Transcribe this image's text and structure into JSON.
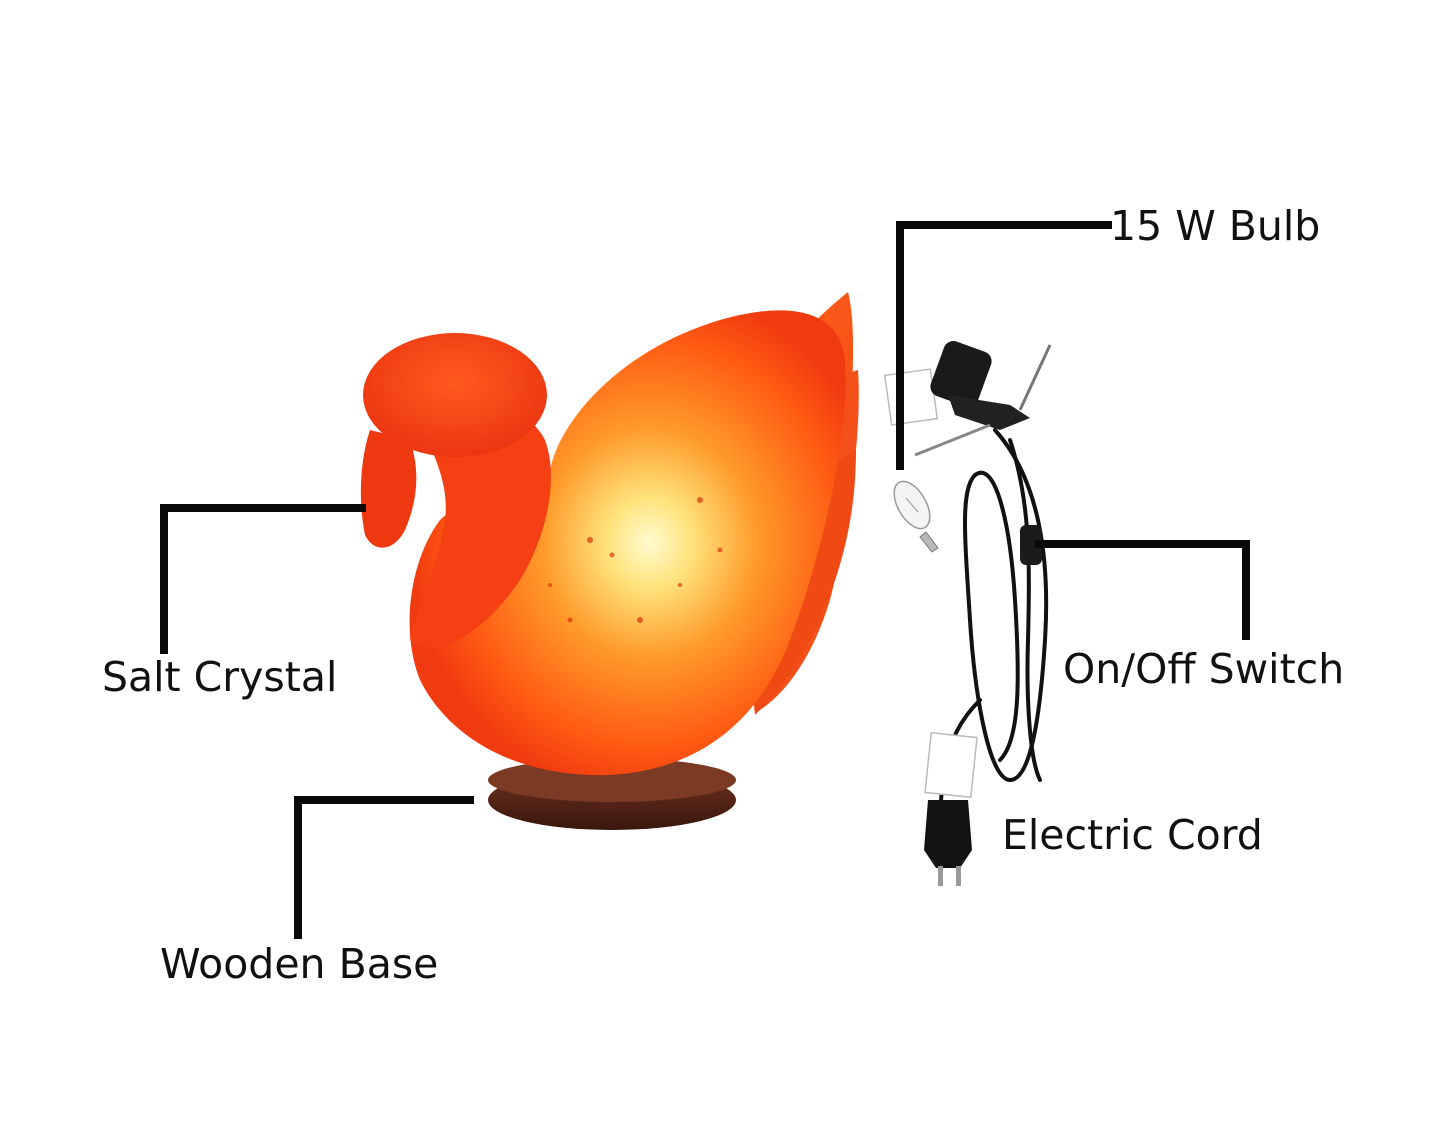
{
  "labels": {
    "bulb": "15 W Bulb",
    "salt_crystal": "Salt Crystal",
    "switch": "On/Off Switch",
    "wooden_base": "Wooden Base",
    "electric_cord": "Electric Cord"
  },
  "colors": {
    "leader_line": "#0a0a0a",
    "salt_crystal": "#ff4a12",
    "salt_glow": "#fff3a0",
    "wooden_base": "#5a2a1a",
    "cord": "#111111"
  }
}
